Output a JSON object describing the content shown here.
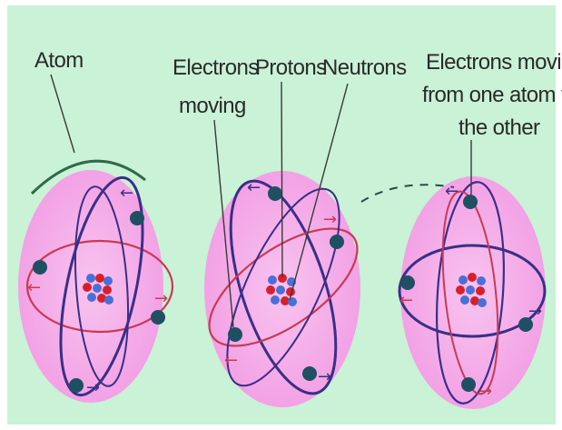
{
  "labels": {
    "atom": "Atom",
    "electrons_moving_line1": "Electrons",
    "electrons_moving_line2": "moving",
    "protons": "Protons",
    "neutrons": "Neutrons",
    "transfer_line1": "Electrons moving",
    "transfer_line2": "from one atom to",
    "transfer_line3": "the other"
  },
  "colors": {
    "background": "#c9f2d6",
    "atom_body": "#f4a6e8",
    "orbit_dark": "#3a2f86",
    "orbit_red": "#c83a55",
    "electron": "#1f4f63",
    "proton": "#d81f2c",
    "neutron": "#4a6fd8"
  }
}
